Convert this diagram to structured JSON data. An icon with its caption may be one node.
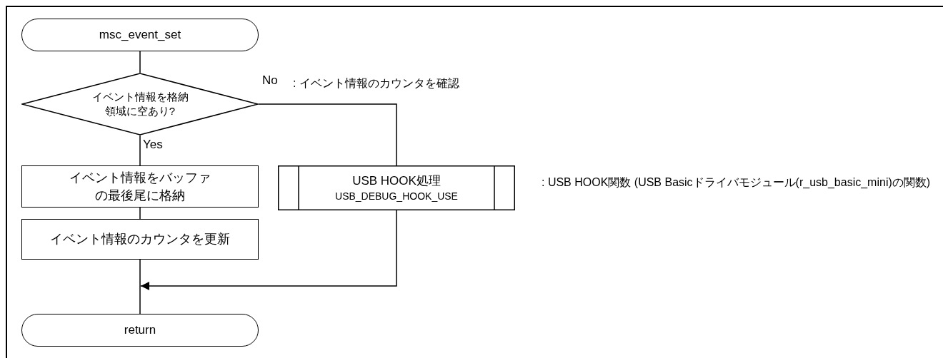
{
  "diagram": {
    "nodes": [
      {
        "text": [
          "msc_event_set"
        ]
      },
      {
        "text": [
          "イベント情報を格納領域に空あり?"
        ],
        "beside": [
          ": イベント情報のカウンタを確認"
        ]
      },
      {
        "text": [
          "イベント情報をバッファの最後尾に格納"
        ]
      },
      {
        "text": [
          "イベント情報のカウンタを更新"
        ]
      },
      {
        "text": [
          "USB HOOK処理",
          "USB_DEBUG_HOOK_USE"
        ],
        "beside": [
          ": USB HOOK関数 (USB Basicドライバモジュール(r_usb_basic_mini)の関数)"
        ]
      },
      {
        "text": [
          "return"
        ]
      }
    ],
    "edges": [
      {
        "from": 0,
        "to": 1,
        "arrow": "none"
      },
      {
        "from": 1,
        "to": 2,
        "arrow": "none",
        "label": "Yes"
      },
      {
        "from": 1,
        "to": 4,
        "arrow": "none",
        "label": "No"
      },
      {
        "from": 2,
        "to": 3,
        "arrow": "none"
      },
      {
        "from": 3,
        "to": 5,
        "arrow": "none"
      },
      {
        "from": 4,
        "to": 5,
        "arrow": "to"
      }
    ]
  }
}
